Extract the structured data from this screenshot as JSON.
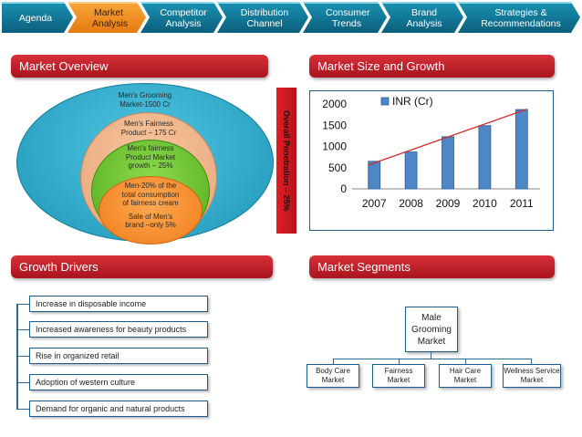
{
  "nav": {
    "items": [
      {
        "label": "Agenda"
      },
      {
        "label": "Market Analysis"
      },
      {
        "label": "Competitor Analysis"
      },
      {
        "label": "Distribution Channel"
      },
      {
        "label": "Consumer Trends"
      },
      {
        "label": "Brand Analysis"
      },
      {
        "label": "Strategies & Recommendations"
      }
    ],
    "active": "Market Analysis"
  },
  "sections": {
    "market_overview": "Market Overview",
    "market_size": "Market Size and Growth",
    "growth_drivers": "Growth Drivers",
    "market_segments": "Market Segments"
  },
  "overview": {
    "l1": "Men's Grooming Market-1500 Cr",
    "l2": "Men's Fairness Product – 175 Cr",
    "l3": "Men's fairness Product Market growth – 25%",
    "l4": "Men-20% of the total consumption of fairness cream",
    "l5": "Sale of Men's brand –only 5%",
    "penetration": "Overall Penetration – 25%"
  },
  "chart_data": {
    "type": "bar",
    "categories": [
      "2007",
      "2008",
      "2009",
      "2010",
      "2011"
    ],
    "series": [
      {
        "name": "INR (Cr)",
        "values": [
          650,
          870,
          1230,
          1490,
          1870
        ]
      }
    ],
    "ylim": [
      0,
      2000
    ],
    "yticks": [
      0,
      500,
      1000,
      1500,
      2000
    ],
    "trendline": true,
    "legend": "top",
    "colors": {
      "bar": "#4f86c6",
      "bar_edge": "#2d5f9a",
      "trend": "#d42b2b"
    }
  },
  "drivers": [
    "Increase in disposable income",
    "Increased awareness for beauty products",
    "Rise in organized retail",
    "Adoption of western culture",
    "Demand for organic and natural products"
  ],
  "segments": {
    "root": "Male Grooming Market",
    "children": [
      "Body Care Market",
      "Fairness Market",
      "Hair Care Market",
      "Wellness Service Market"
    ]
  },
  "colors": {
    "nav": "#1a8fb0",
    "nav_active": "#f29230",
    "header_red": "#c0202a"
  }
}
